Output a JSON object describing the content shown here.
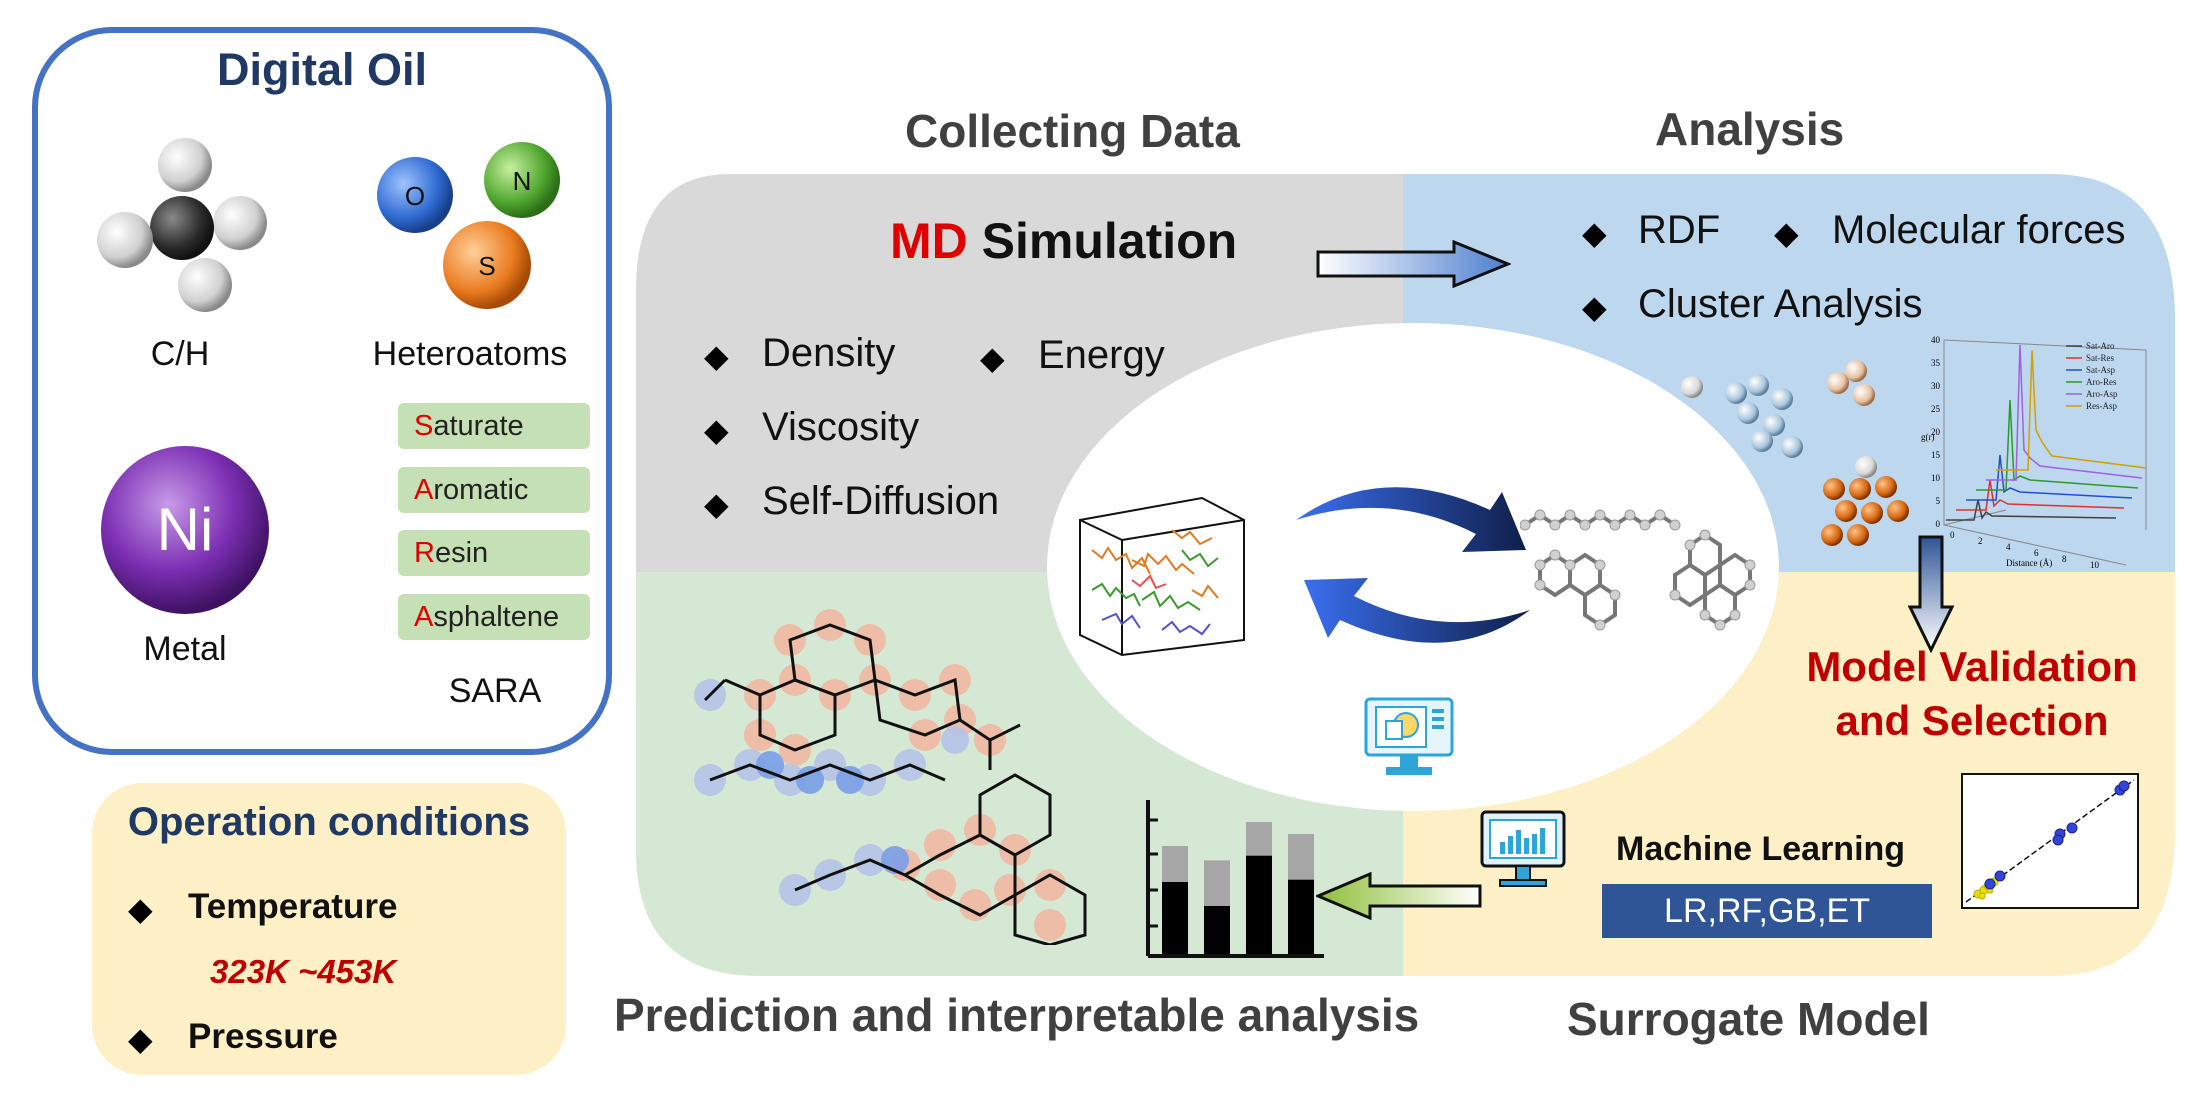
{
  "digital_oil": {
    "title": "Digital Oil",
    "ch_label": "C/H",
    "heteroatoms_label": "Heteroatoms",
    "metal_label": "Metal",
    "metal_symbol": "Ni",
    "atoms": [
      "O",
      "N",
      "S"
    ],
    "sara_items": [
      {
        "first": "S",
        "rest": "aturate"
      },
      {
        "first": "A",
        "rest": "romatic"
      },
      {
        "first": "R",
        "rest": "esin"
      },
      {
        "first": "A",
        "rest": "sphaltene"
      }
    ],
    "sara_label": "SARA"
  },
  "operation": {
    "title": "Operation conditions",
    "temperature_label": "Temperature",
    "temperature_range": "323K ~453K",
    "pressure_label": "Pressure"
  },
  "collecting": {
    "title": "Collecting Data",
    "md_prefix": "MD",
    "md_suffix": " Simulation",
    "items": [
      "Density",
      "Energy",
      "Viscosity",
      "Self-Diffusion"
    ]
  },
  "analysis": {
    "title": "Analysis",
    "items": [
      "RDF",
      "Molecular forces",
      "Cluster Analysis"
    ],
    "rdf_chart": {
      "legend": [
        "Sat-Aro",
        "Sat-Res",
        "Sat-Asp",
        "Aro-Res",
        "Aro-Asp",
        "Res-Asp"
      ],
      "y_ticks": [
        "0",
        "5",
        "10",
        "15",
        "20",
        "25",
        "30",
        "35",
        "40"
      ],
      "x_ticks": [
        "0",
        "2",
        "4",
        "6",
        "8",
        "10"
      ],
      "ylabel": "g(r)",
      "xlabel": "Distance (Å)"
    }
  },
  "model_validation": {
    "line1": "Model Validation",
    "line2": "and Selection"
  },
  "surrogate": {
    "title": "Surrogate Model",
    "ml_label": "Machine Learning",
    "ml_models": "LR,RF,GB,ET"
  },
  "prediction": {
    "title": "Prediction and interpretable analysis",
    "bars": [
      {
        "black": 60,
        "gray": 30
      },
      {
        "black": 40,
        "gray": 38
      },
      {
        "black": 82,
        "gray": 28
      },
      {
        "black": 62,
        "gray": 38
      }
    ]
  },
  "colors": {
    "blue_border": "#4472c4",
    "navy": "#1f3864",
    "red": "#c00000",
    "gray_panel": "#d9d9d9",
    "blue_panel": "#bdd7ee",
    "green_panel": "#d5e8d4",
    "yellow_panel": "#fdf0c6"
  }
}
